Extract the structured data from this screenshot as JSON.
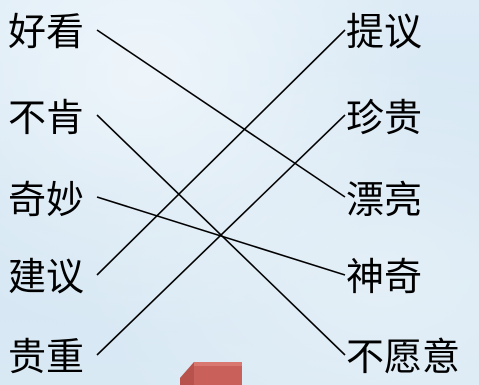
{
  "left_words": [
    "好看",
    "不肯",
    "奇妙",
    "建议",
    "贵重"
  ],
  "right_words": [
    "提议",
    "珍贵",
    "漂亮",
    "神奇",
    "不愿意"
  ],
  "matches": [
    {
      "left": "好看",
      "right": "漂亮"
    },
    {
      "left": "不肯",
      "right": "不愿意"
    },
    {
      "left": "奇妙",
      "right": "神奇"
    },
    {
      "left": "建议",
      "right": "提议"
    },
    {
      "left": "贵重",
      "right": "珍贵"
    }
  ],
  "colors": {
    "background": "#d8e8f4",
    "line": "#000000",
    "decoration": "#c9605a"
  }
}
